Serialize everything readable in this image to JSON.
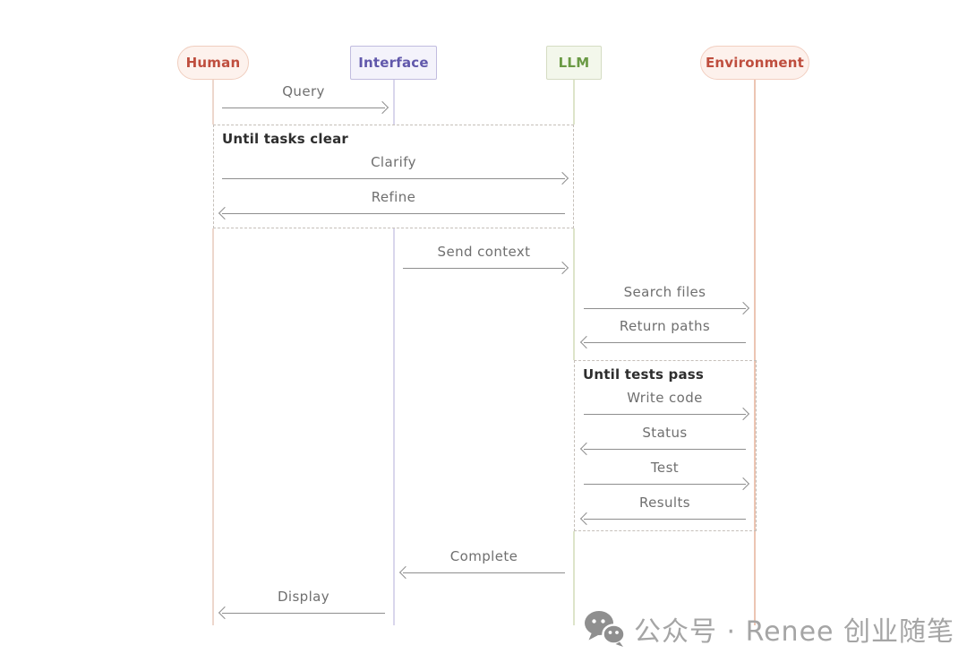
{
  "diagram": {
    "type": "sequence",
    "actors": [
      {
        "id": "human",
        "label": "Human",
        "shape": "pill",
        "text_color": "#bf4e3e",
        "bg": "#fdf2ed",
        "border": "#f0cebf"
      },
      {
        "id": "interface",
        "label": "Interface",
        "shape": "rect",
        "text_color": "#6158ab",
        "bg": "#f4f3fb",
        "border": "#c1bcdf"
      },
      {
        "id": "llm",
        "label": "LLM",
        "shape": "rect",
        "text_color": "#6a9a44",
        "bg": "#f3f7eb",
        "border": "#d5dcc3"
      },
      {
        "id": "environment",
        "label": "Environment",
        "shape": "pill",
        "text_color": "#bf4e3e",
        "bg": "#fdf1ec",
        "border": "#f2cfc1"
      }
    ],
    "messages": [
      {
        "label": "Query",
        "from": "Human",
        "to": "Interface"
      },
      {
        "label": "Clarify",
        "from": "Human",
        "to": "LLM"
      },
      {
        "label": "Refine",
        "from": "LLM",
        "to": "Human"
      },
      {
        "label": "Send context",
        "from": "Interface",
        "to": "LLM"
      },
      {
        "label": "Search files",
        "from": "LLM",
        "to": "Environment"
      },
      {
        "label": "Return paths",
        "from": "Environment",
        "to": "LLM"
      },
      {
        "label": "Write code",
        "from": "LLM",
        "to": "Environment"
      },
      {
        "label": "Status",
        "from": "Environment",
        "to": "LLM"
      },
      {
        "label": "Test",
        "from": "LLM",
        "to": "Environment"
      },
      {
        "label": "Results",
        "from": "Environment",
        "to": "LLM"
      },
      {
        "label": "Complete",
        "from": "LLM",
        "to": "Interface"
      },
      {
        "label": "Display",
        "from": "Interface",
        "to": "Human"
      }
    ],
    "loops": [
      {
        "label": "Until tasks clear",
        "contains": [
          "Clarify",
          "Refine"
        ]
      },
      {
        "label": "Until tests pass",
        "contains": [
          "Write code",
          "Status",
          "Test",
          "Results"
        ]
      }
    ],
    "palette": {
      "arrow": "#8e8e8e",
      "message_text": "#6f6f6f",
      "loop_border": "#c5bfb9",
      "loop_label": "#2e2e2e",
      "background": "#ffffff"
    }
  },
  "watermark": {
    "icon": "wechat-icon",
    "text": "公众号 · Renee 创业随笔",
    "color": "#a5a5a5"
  }
}
